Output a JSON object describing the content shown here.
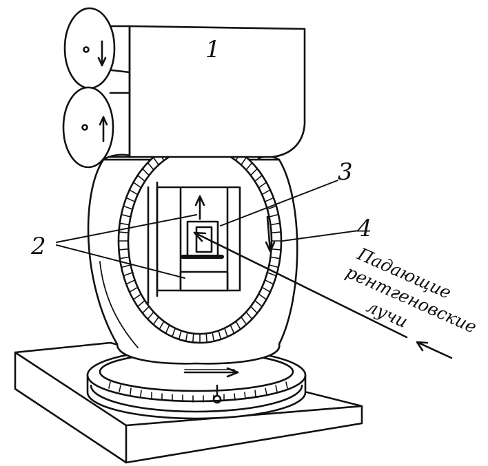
{
  "labels": {
    "part_1": "1",
    "part_2": "2",
    "part_3": "3",
    "part_4": "4",
    "beam_label": [
      "Падающие",
      "рентгеновские",
      "лучи"
    ]
  }
}
